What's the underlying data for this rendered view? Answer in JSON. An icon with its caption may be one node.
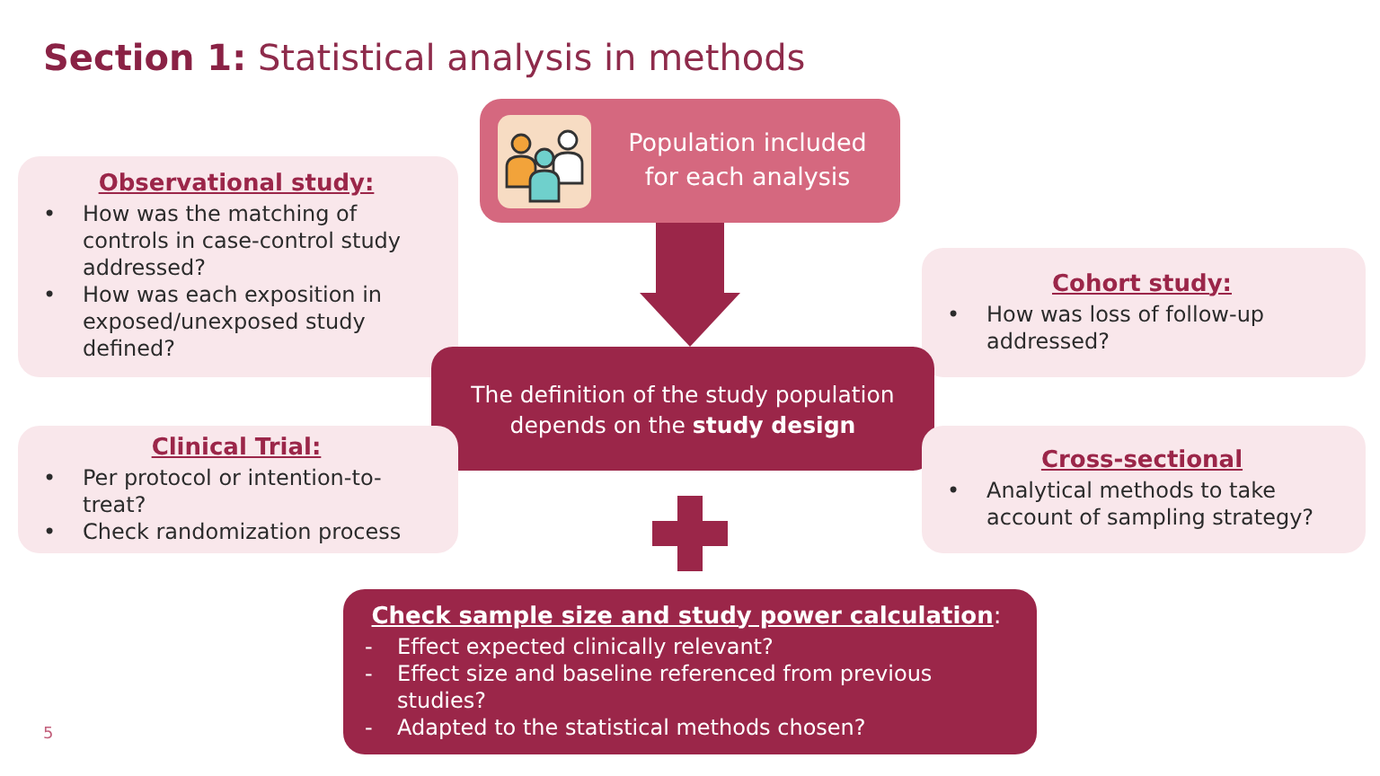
{
  "diagram": {
    "title": "**Section 1:** Statistical analysis in methods",
    "nodes": [
      {
        "text": [
          "Population included for each analysis"
        ]
      },
      {
        "text": [
          "Observational study:",
          "• How was the matching of controls in case-control study addressed?",
          "• How was each exposition in exposed/unexposed study defined?"
        ]
      },
      {
        "text": [
          "Cohort study:",
          "• How was loss of follow-up addressed?"
        ]
      },
      {
        "text": [
          "The definition of the study population depends on the **study design**"
        ]
      },
      {
        "text": [
          "Clinical Trial:",
          "• Per protocol or intention-to-treat?",
          "• Check randomization process"
        ]
      },
      {
        "text": [
          "Cross-sectional",
          "• Analytical methods to take account of sampling strategy?"
        ]
      },
      {
        "text": [
          "**Check sample size and study power calculation**:",
          "- Effect expected clinically relevant?",
          "- Effect size and baseline referenced from previous studies?",
          "- Adapted to the statistical methods chosen?"
        ]
      }
    ],
    "edges": [
      {
        "from": 0,
        "to": 3,
        "arrow": "to"
      }
    ],
    "labels": [
      "5"
    ]
  }
}
